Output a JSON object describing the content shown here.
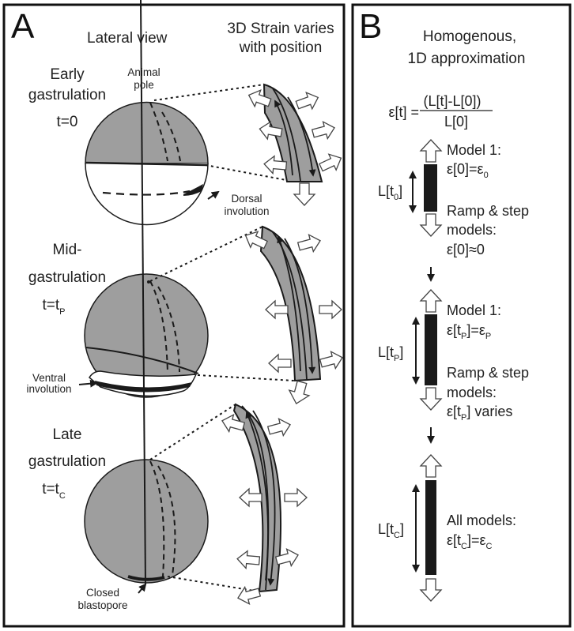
{
  "panel_a": {
    "letter": "A",
    "col1_title": "Lateral view",
    "col2_title_line1": "3D Strain varies",
    "col2_title_line2": "with position",
    "stages": [
      {
        "line1": "Early",
        "line2": "gastrulation",
        "time_label": "t=0",
        "time_sub": "",
        "annotations": [
          {
            "line1": "Animal",
            "line2": "pole"
          },
          {
            "line1": "Dorsal",
            "line2": "involution"
          }
        ]
      },
      {
        "line1": "Mid-",
        "line2": "gastrulation",
        "time_label": "t=t",
        "time_sub": "P",
        "annotations": [
          {
            "line1": "Ventral",
            "line2": "involution"
          }
        ]
      },
      {
        "line1": "Late",
        "line2": "gastrulation",
        "time_label": "t=t",
        "time_sub": "C",
        "annotations": [
          {
            "line1": "Closed",
            "line2": "blastopore"
          }
        ]
      }
    ]
  },
  "panel_b": {
    "letter": "B",
    "title_line1": "Homogenous,",
    "title_line2": "1D approximation",
    "formula": {
      "lhs": "ε[t] =",
      "numerator": "(L[t]-L[0])",
      "denominator": "L[0]"
    },
    "stages": [
      {
        "length_label": "L[t",
        "length_sub": "0",
        "length_close": "]",
        "model1_title": "Model 1:",
        "model1_eq": "ε[0]=ε",
        "model1_eq_sub": "0",
        "ramp_line1": "Ramp & step",
        "ramp_line2": "models:",
        "ramp_line3": "ε[0]≈0"
      },
      {
        "length_label": "L[t",
        "length_sub": "P",
        "length_close": "]",
        "model1_title": "Model 1:",
        "model1_eq": "ε[t",
        "model1_eq_mid": "]=ε",
        "model1_eq_sub": "P",
        "ramp_line1": "Ramp & step",
        "ramp_line2": "models:",
        "ramp_line3": "ε[t",
        "ramp_line3_sub": "P",
        "ramp_line3_end": "] varies"
      },
      {
        "length_label": "L[t",
        "length_sub": "C",
        "length_close": "]",
        "all_title": "All models:",
        "all_eq": "ε[t",
        "all_eq_sub": "C",
        "all_eq_mid": "]=ε",
        "all_eq_sub2": "C"
      }
    ]
  },
  "colors": {
    "tissue_gray": "#9e9e9e",
    "outline": "#1a1a1a",
    "bar": "#1a1a1a",
    "background": "#ffffff"
  }
}
